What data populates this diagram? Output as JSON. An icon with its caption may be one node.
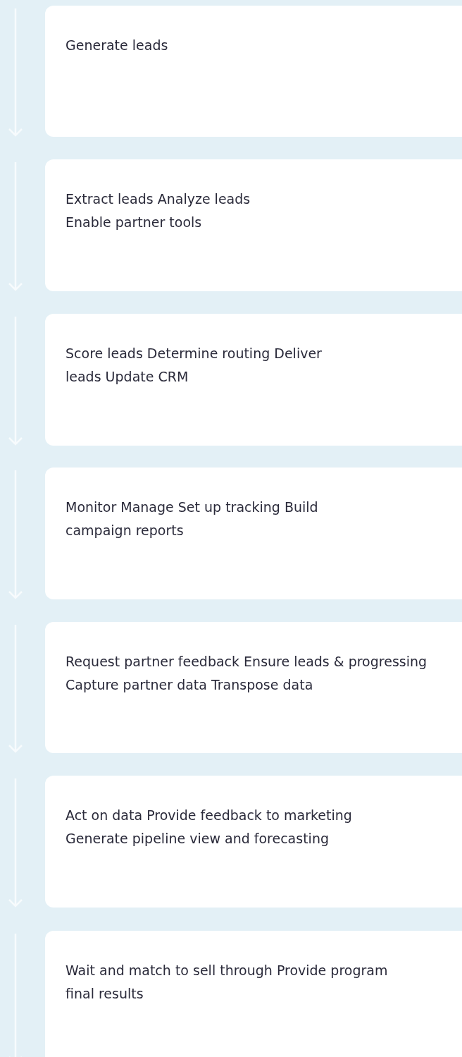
{
  "diagram": {
    "nodes": [
      {
        "text": [
          "Generate leads"
        ]
      },
      {
        "text": [
          "Extract leads Analyze leads Enable partner tools"
        ]
      },
      {
        "text": [
          "Score leads Determine routing Deliver leads Update CRM"
        ]
      },
      {
        "text": [
          "Monitor Manage Set up tracking Build campaign reports"
        ]
      },
      {
        "text": [
          "Request partner feedback Ensure leads & progressing Capture partner data Transpose data"
        ]
      },
      {
        "text": [
          "Act on data Provide feedback to marketing Generate pipeline view and forecasting"
        ]
      },
      {
        "text": [
          "Wait and match to sell through Provide program final results"
        ]
      }
    ]
  }
}
